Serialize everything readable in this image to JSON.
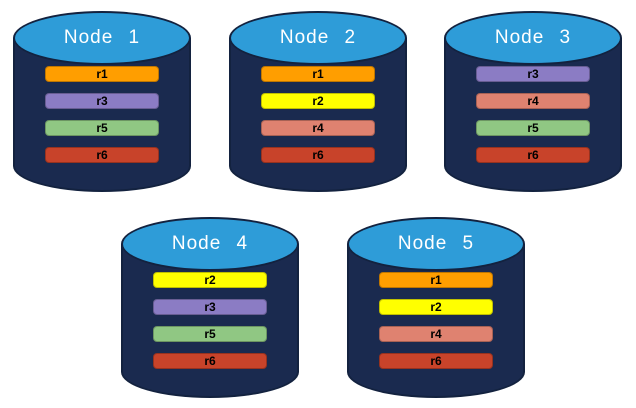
{
  "canvas": {
    "background": "#FFFFFF"
  },
  "cylinder": {
    "body_color": "#1A2A4F",
    "top_color": "#2E9CD8",
    "outline_color": "#13223F",
    "title_color": "#FFFFFF",
    "bar_text_color": "#000000"
  },
  "replica_colors": {
    "r1": "#FF9E00",
    "r2": "#FFFF00",
    "r3": "#8B7CC4",
    "r4": "#DF8270",
    "r5": "#90C783",
    "r6": "#C8432A"
  },
  "nodes": [
    {
      "title": "Node 1",
      "replicas": [
        {
          "label": "r1",
          "color": "#FF9E00"
        },
        {
          "label": "r3",
          "color": "#8B7CC4"
        },
        {
          "label": "r5",
          "color": "#90C783"
        },
        {
          "label": "r6",
          "color": "#C8432A"
        }
      ]
    },
    {
      "title": "Node 2",
      "replicas": [
        {
          "label": "r1",
          "color": "#FF9E00"
        },
        {
          "label": "r2",
          "color": "#FFFF00"
        },
        {
          "label": "r4",
          "color": "#DF8270"
        },
        {
          "label": "r6",
          "color": "#C8432A"
        }
      ]
    },
    {
      "title": "Node 3",
      "replicas": [
        {
          "label": "r3",
          "color": "#8B7CC4"
        },
        {
          "label": "r4",
          "color": "#DF8270"
        },
        {
          "label": "r5",
          "color": "#90C783"
        },
        {
          "label": "r6",
          "color": "#C8432A"
        }
      ]
    },
    {
      "title": "Node 4",
      "replicas": [
        {
          "label": "r2",
          "color": "#FFFF00"
        },
        {
          "label": "r3",
          "color": "#8B7CC4"
        },
        {
          "label": "r5",
          "color": "#90C783"
        },
        {
          "label": "r6",
          "color": "#C8432A"
        }
      ]
    },
    {
      "title": "Node 5",
      "replicas": [
        {
          "label": "r1",
          "color": "#FF9E00"
        },
        {
          "label": "r2",
          "color": "#FFFF00"
        },
        {
          "label": "r4",
          "color": "#DF8270"
        },
        {
          "label": "r6",
          "color": "#C8432A"
        }
      ]
    }
  ]
}
